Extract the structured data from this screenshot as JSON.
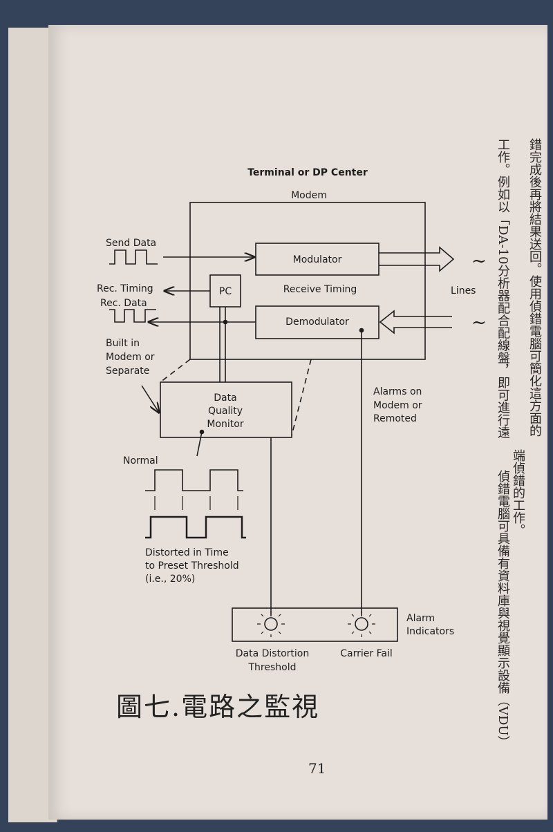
{
  "diagram": {
    "title": "Terminal or DP Center",
    "modem_label": "Modem",
    "modulator": "Modulator",
    "demodulator": "Demodulator",
    "pc": "PC",
    "receive_timing": "Receive Timing",
    "send_data": "Send Data",
    "rec_timing": "Rec. Timing",
    "rec_data": "Rec. Data",
    "lines": "Lines",
    "tilde": "~",
    "built_in": [
      "Built in",
      "Modem or",
      "Separate"
    ],
    "dqm": [
      "Data",
      "Quality",
      "Monitor"
    ],
    "alarms_on": [
      "Alarms on",
      "Modem or",
      "Remoted"
    ],
    "normal": "Normal",
    "distorted": [
      "Distorted in Time",
      "to Preset Threshold",
      "(i.e., 20%)"
    ],
    "alarm_indicators": [
      "Alarm",
      "Indicators"
    ],
    "data_distortion": [
      "Data Distortion",
      "Threshold"
    ],
    "carrier_fail": "Carrier Fail"
  },
  "caption_handwritten": "圖七.電路之監視",
  "side_text": {
    "col1": "錯完成後再將結果送回。使用偵錯電腦可簡化這方面的",
    "col2": "工作。例如以「DA-10分析器配合配線盤，即可進行遠",
    "col3": "端偵錯的工作。",
    "col4": "偵錯電腦可具備有資料庫與視覺顯示設備（VDU）"
  },
  "page_number": "71"
}
